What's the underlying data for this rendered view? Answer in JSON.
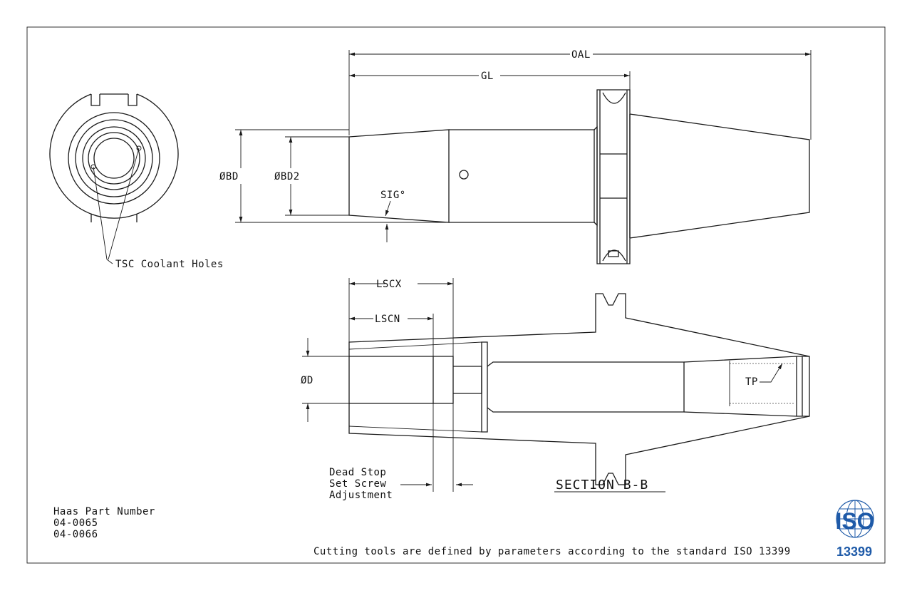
{
  "drawing": {
    "labels": {
      "oal": "OAL",
      "gl": "GL",
      "bd": "ØBD",
      "bd2": "ØBD2",
      "sig": "SIG°",
      "tsc": "TSC Coolant Holes",
      "lscx": "LSCX",
      "lscn": "LSCN",
      "d": "ØD",
      "tp": "TP",
      "section": "SECTION B-B",
      "dead_stop_1": "Dead Stop",
      "dead_stop_2": "Set Screw",
      "dead_stop_3": "Adjustment"
    },
    "part": {
      "title": "Haas Part Number",
      "numbers": [
        "04-0065",
        "04-0066"
      ]
    },
    "footer": "Cutting tools are defined by parameters according to the standard ISO 13399",
    "logo": {
      "word": "ISO",
      "number": "13399",
      "color": "#1e5aa8"
    }
  }
}
